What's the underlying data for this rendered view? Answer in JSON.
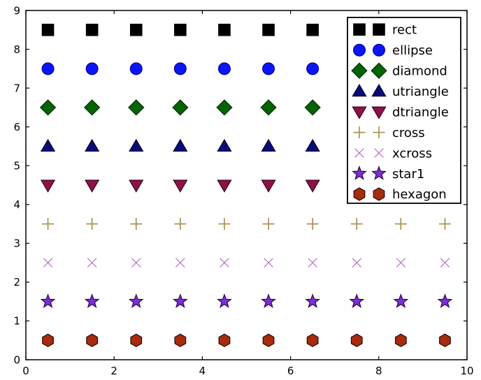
{
  "chart_data": {
    "type": "scatter",
    "title": "",
    "xlabel": "",
    "ylabel": "",
    "xlim": [
      0,
      10
    ],
    "ylim": [
      0,
      9
    ],
    "xticks": [
      0,
      2,
      4,
      6,
      8,
      10
    ],
    "yticks": [
      0,
      1,
      2,
      3,
      4,
      5,
      6,
      7,
      8,
      9
    ],
    "grid": false,
    "tick_direction": "in",
    "background": "#ffffff",
    "axis_color": "#000000",
    "x": [
      0.5,
      1.5,
      2.5,
      3.5,
      4.5,
      5.5,
      6.5,
      7.5,
      8.5,
      9.5
    ],
    "series": [
      {
        "name": "rect",
        "marker": "square",
        "y": 8.5,
        "fill": "#000000",
        "edge": "#000000"
      },
      {
        "name": "ellipse",
        "marker": "circle",
        "y": 7.5,
        "fill": "#0a16f5",
        "edge": "#0000a6"
      },
      {
        "name": "diamond",
        "marker": "diamond",
        "y": 6.5,
        "fill": "#046404",
        "edge": "#022c02"
      },
      {
        "name": "utriangle",
        "marker": "triangle-up",
        "y": 5.5,
        "fill": "#0b0b78",
        "edge": "#05053a"
      },
      {
        "name": "dtriangle",
        "marker": "triangle-down",
        "y": 4.5,
        "fill": "#8e1247",
        "edge": "#38031d"
      },
      {
        "name": "cross",
        "marker": "plus",
        "y": 3.5,
        "fill": "none",
        "edge": "#a68b4b"
      },
      {
        "name": "xcross",
        "marker": "x",
        "y": 2.5,
        "fill": "none",
        "edge": "#bb6fc7"
      },
      {
        "name": "star1",
        "marker": "star",
        "y": 1.5,
        "fill": "#7b2fd4",
        "edge": "#2e0a54"
      },
      {
        "name": "hexagon",
        "marker": "hexagon",
        "y": 0.5,
        "fill": "#a62b0f",
        "edge": "#2b0a02"
      }
    ],
    "legend": {
      "position": "upper right",
      "markers_per_entry": 2,
      "border_color": "#000000",
      "background": "#ffffff",
      "entries": [
        "rect",
        "ellipse",
        "diamond",
        "utriangle",
        "dtriangle",
        "cross",
        "xcross",
        "star1",
        "hexagon"
      ]
    }
  }
}
